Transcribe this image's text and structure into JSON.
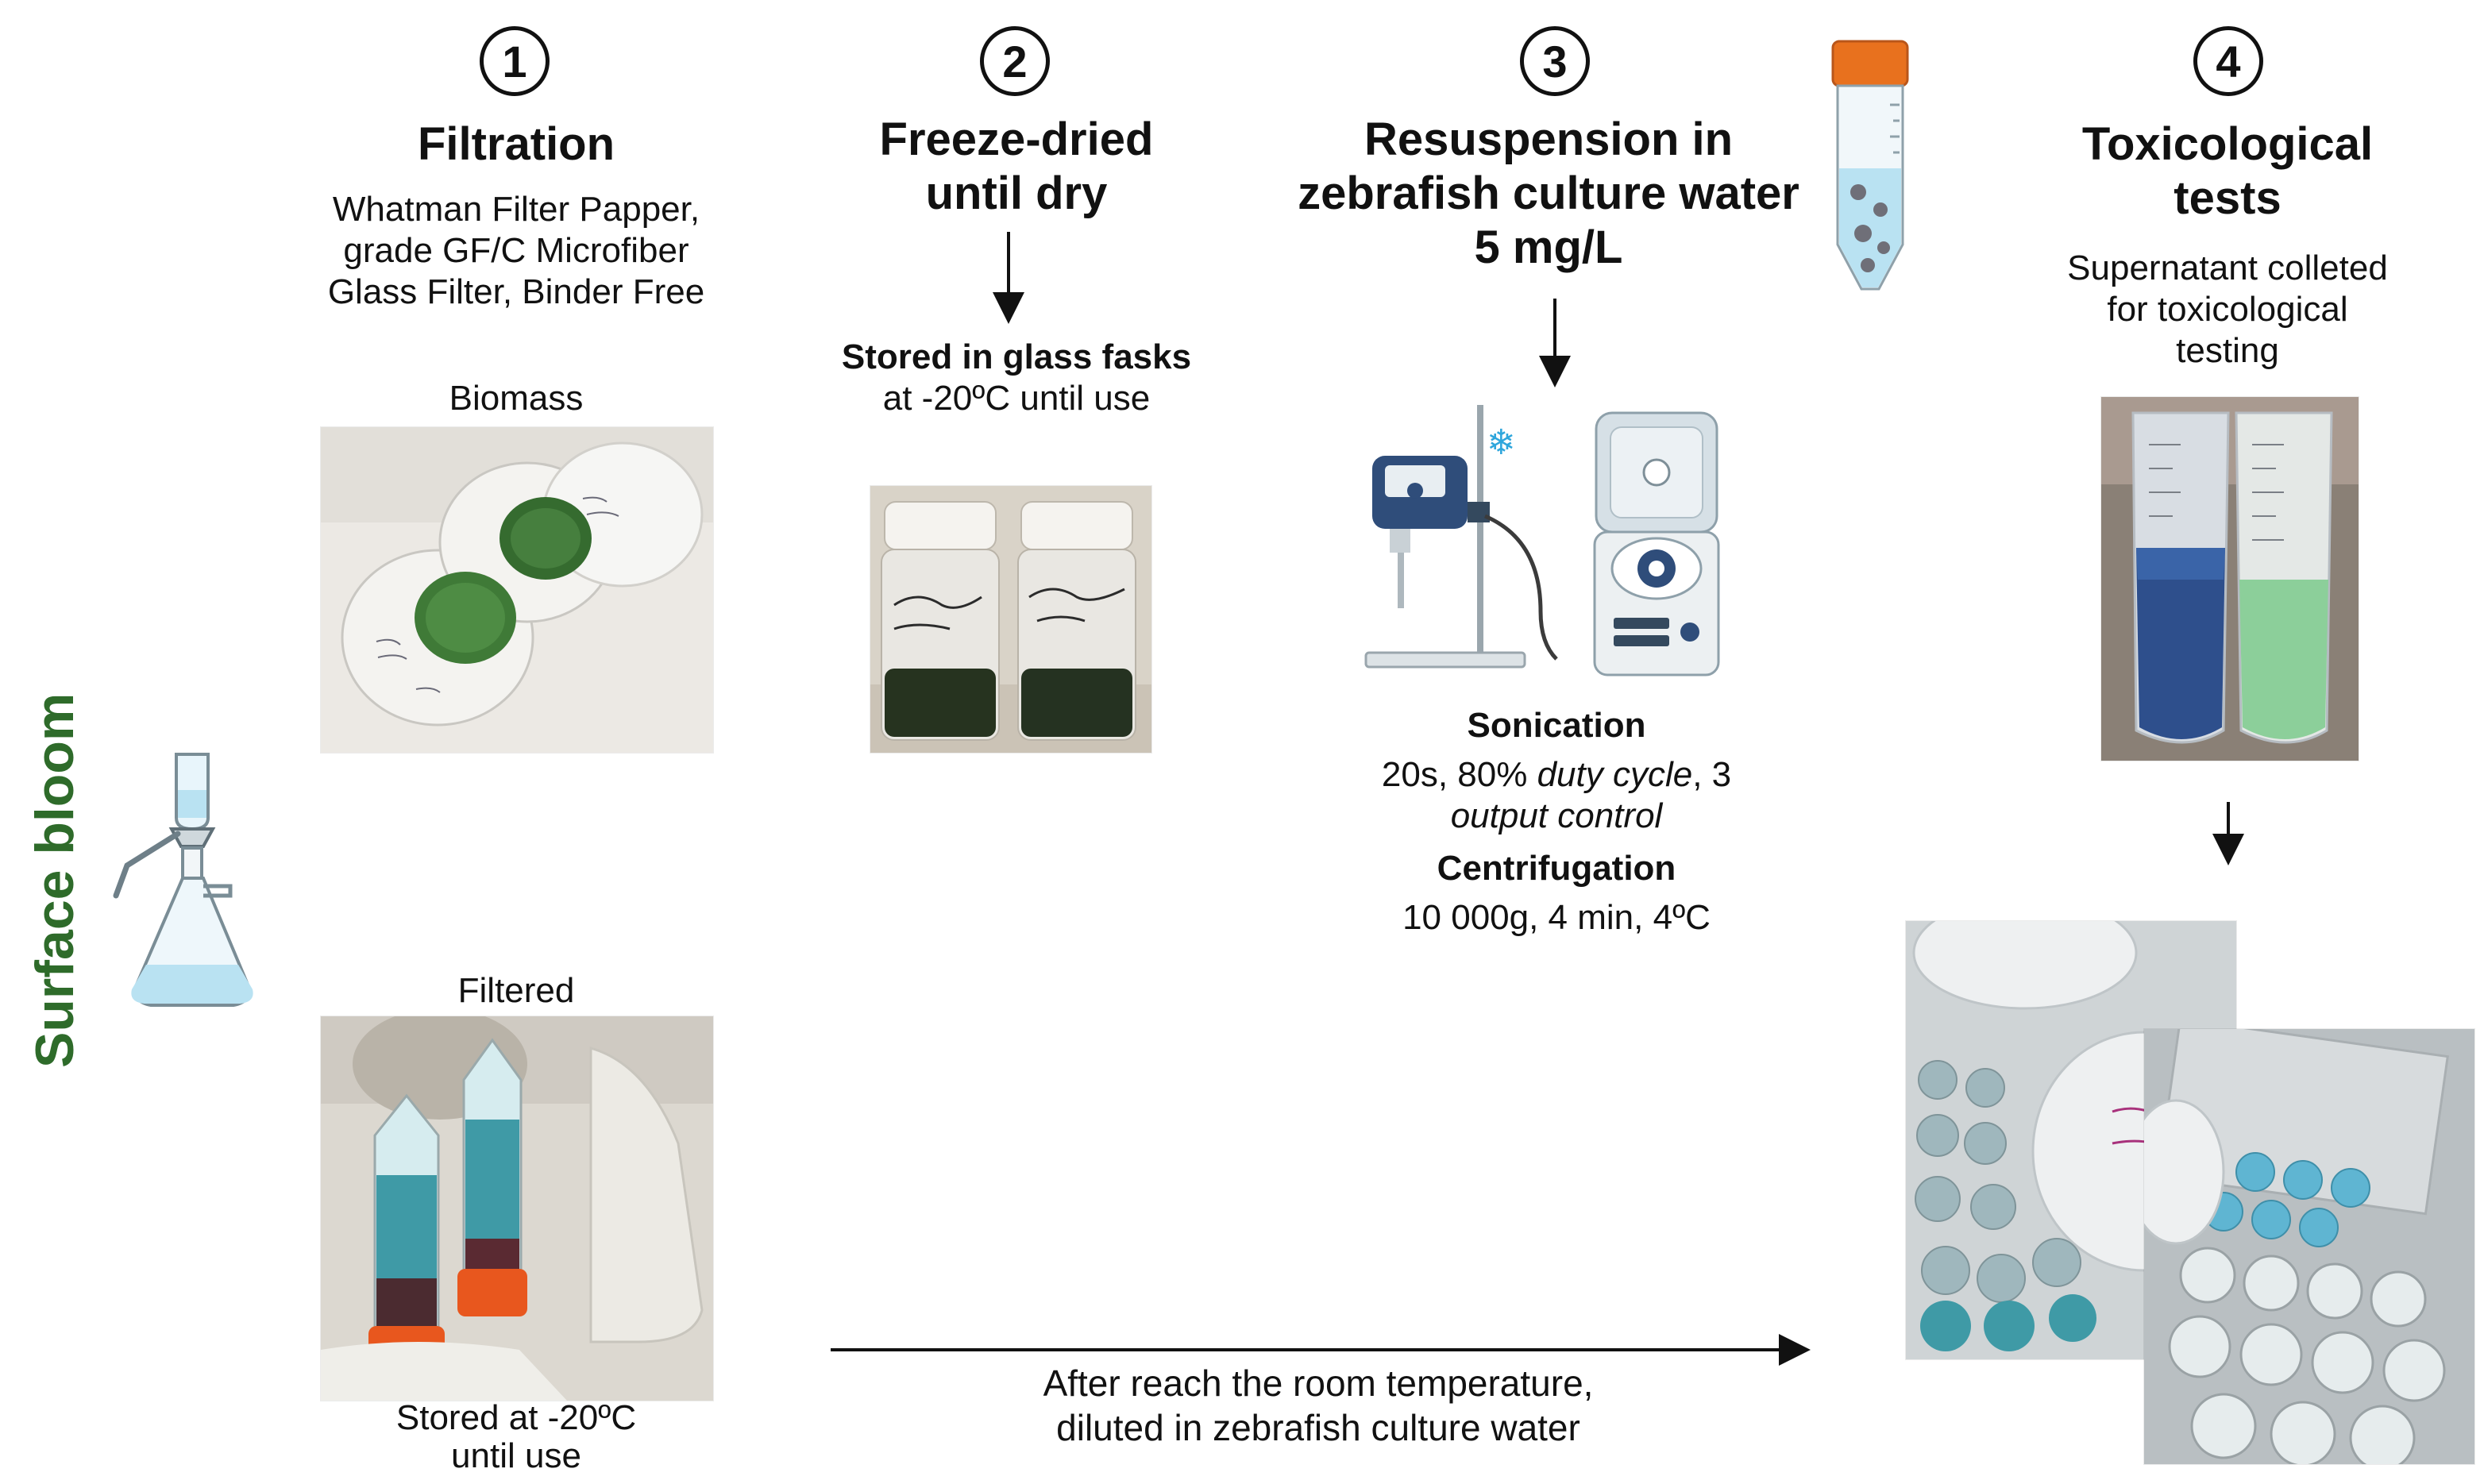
{
  "side_label": "Surface bloom",
  "colors": {
    "side_label": "#2e6b2a",
    "ink": "#111111",
    "water": "#b9e2f2",
    "cap_orange": "#e8711e"
  },
  "steps": [
    {
      "number": "1",
      "title_lines": [
        "Filtration"
      ],
      "desc_lines": [
        "Whatman Filter Papper,",
        "grade GF/C Microfiber",
        "Glass Filter, Binder Free"
      ]
    },
    {
      "number": "2",
      "title_lines": [
        "Freeze-dried",
        "until dry"
      ],
      "stored_bold": "Stored in glass fasks",
      "stored_rest": "at -20ºC until use"
    },
    {
      "number": "3",
      "title_lines": [
        "Resuspension in",
        "zebrafish culture water",
        "5 mg/L"
      ],
      "sonication_label": "Sonication",
      "sonication_pre": "20s, 80% ",
      "sonication_italic1": "duty cycle",
      "sonication_mid": ", 3",
      "sonication_italic2": "output control",
      "centrifugation_label": "Centrifugation",
      "centrifugation_params": "10 000g, 4 min, 4ºC"
    },
    {
      "number": "4",
      "title_lines": [
        "Toxicological",
        "tests"
      ],
      "desc_lines": [
        "Supernatant colleted",
        "for toxicological",
        "testing"
      ]
    }
  ],
  "photo_captions": {
    "biomass": "Biomass",
    "filtered": "Filtered",
    "stored_lines": [
      "Stored at -20ºC",
      "until use"
    ]
  },
  "bottom_arrow_lines": [
    "After reach the room temperature,",
    "diluted in zebrafish culture water"
  ],
  "icons": [
    "vacuum-filtration-flask-icon",
    "falcon-tube-icon",
    "snowflake-icon",
    "ultrasonic-sonicator-icon",
    "benchtop-centrifuge-icon"
  ]
}
